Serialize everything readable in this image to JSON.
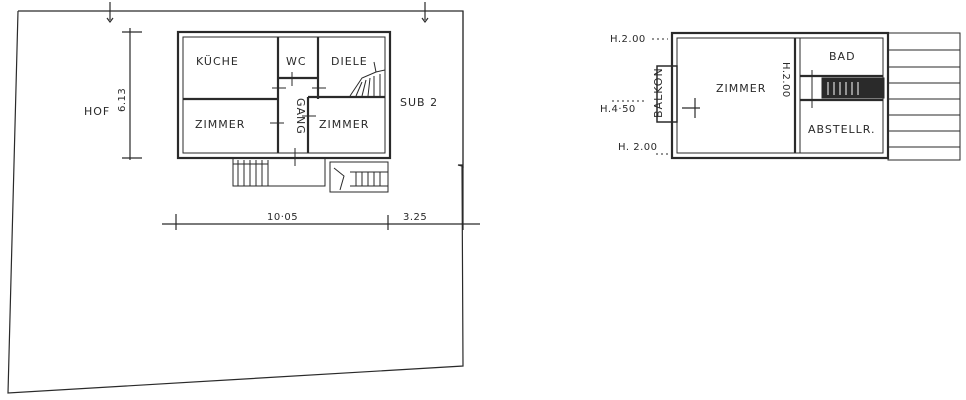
{
  "ground_floor": {
    "rooms": {
      "kitchen": "KÜCHE",
      "wc": "WC",
      "hall": "DIELE",
      "room_left": "ZIMMER",
      "corridor": "GANG",
      "room_right": "ZIMMER"
    },
    "yard_label": "HOF",
    "neighbor_label": "SUB 2",
    "dimensions": {
      "depth": "6.13",
      "width": "10·05",
      "extension": "3.25"
    }
  },
  "upper_floor": {
    "rooms": {
      "room": "ZIMMER",
      "balcony": "BALKON",
      "bath": "BAD",
      "storage": "ABSTELLR."
    },
    "heights": {
      "top": "H.2.00",
      "middle": "H.4·50",
      "bottom": "H. 2.00",
      "ridge": "H.2.00"
    }
  },
  "colors": {
    "line": "#2a2a2a",
    "paper": "#ffffff"
  }
}
